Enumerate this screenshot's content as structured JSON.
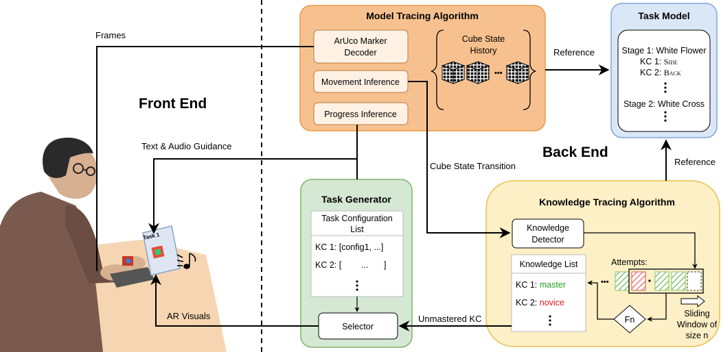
{
  "labels": {
    "front_end": "Front End",
    "back_end": "Back End",
    "frames": "Frames",
    "reference_top": "Reference",
    "reference_right": "Reference",
    "text_audio": "Text & Audio Guidance",
    "cube_state_transition": "Cube State Transition",
    "ar_visuals": "AR Visuals",
    "unmastered_kc": "Unmastered KC",
    "tablet_task": "Task 1"
  },
  "model_tracing": {
    "title": "Model Tracing Algorithm",
    "aruco_line1": "ArUco Marker",
    "aruco_line2": "Decoder",
    "movement": "Movement Inference",
    "progress": "Progress Inference",
    "history_line1": "Cube State",
    "history_line2": "History",
    "dots": "•••"
  },
  "task_model": {
    "title": "Task Model",
    "stage1": "Stage 1: White Flower",
    "kc1_prefix": "KC 1: ",
    "kc1_name": "Side",
    "kc2_prefix": "KC 2: ",
    "kc2_name": "Back",
    "stage2": "Stage 2: White Cross"
  },
  "task_generator": {
    "title": "Task Generator",
    "config_line1": "Task Configuration",
    "config_line2": "List",
    "kc1": "KC 1: [config1, ...]",
    "kc2_a": "KC 2: [",
    "kc2_b": "...",
    "kc2_c": "]",
    "selector": "Selector"
  },
  "knowledge_tracing": {
    "title": "Knowledge Tracing Algorithm",
    "detector_line1": "Knowledge",
    "detector_line2": "Detector",
    "list_title": "Knowledge List",
    "kc1_prefix": "KC 1: ",
    "kc1_status": "master",
    "kc2_prefix": "KC 2: ",
    "kc2_status": "novice",
    "attempts": "Attempts:",
    "fn": "Fn",
    "window_line1": "Sliding",
    "window_line2": "Window of",
    "window_line3": "size n"
  },
  "colors": {
    "orange_fill": "#f7c18f",
    "orange_stroke": "#e59a4a",
    "blue_fill": "#dae7f6",
    "blue_stroke": "#7fa6d6",
    "green_fill": "#d5e8d4",
    "green_stroke": "#82b366",
    "yellow_fill": "#fdefc6",
    "yellow_stroke": "#e6c24e",
    "master": "#22a022",
    "novice": "#e01818"
  }
}
